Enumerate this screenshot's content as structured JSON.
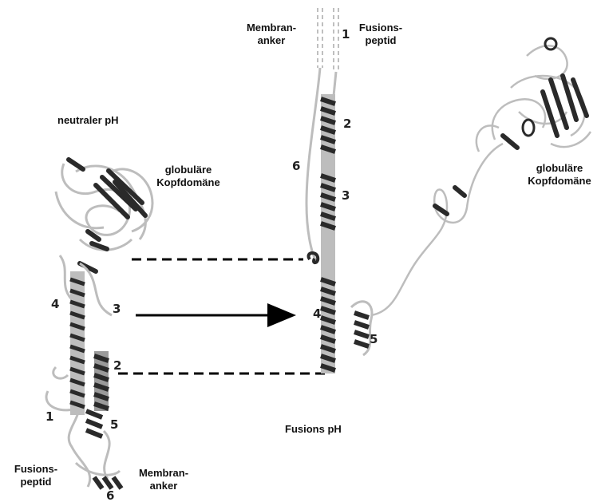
{
  "labels": {
    "membrananker_top_1": "Membran-",
    "membrananker_top_2": "anker",
    "fusionspeptid_top_1": "Fusions-",
    "fusionspeptid_top_2": "peptid",
    "neutraler_ph": "neutraler pH",
    "kopf_left_1": "globuläre",
    "kopf_left_2": "Kopfdomäne",
    "kopf_right_1": "globuläre",
    "kopf_right_2": "Kopfdomäne",
    "fusions_ph": "Fusions pH",
    "fusionspeptid_bottom_1": "Fusions-",
    "fusionspeptid_bottom_2": "peptid",
    "membrananker_bottom_1": "Membran-",
    "membrananker_bottom_2": "anker"
  },
  "numbers": {
    "right_1": "1",
    "right_2": "2",
    "right_3": "3",
    "right_4": "4",
    "right_5": "5",
    "right_6": "6",
    "left_1": "1",
    "left_2": "2",
    "left_3": "3",
    "left_4": "4",
    "left_5": "5",
    "left_6": "6"
  },
  "colors": {
    "ribbon_dark": "#2a2a2a",
    "ribbon_light": "#bdbdbd",
    "line": "#000000"
  }
}
